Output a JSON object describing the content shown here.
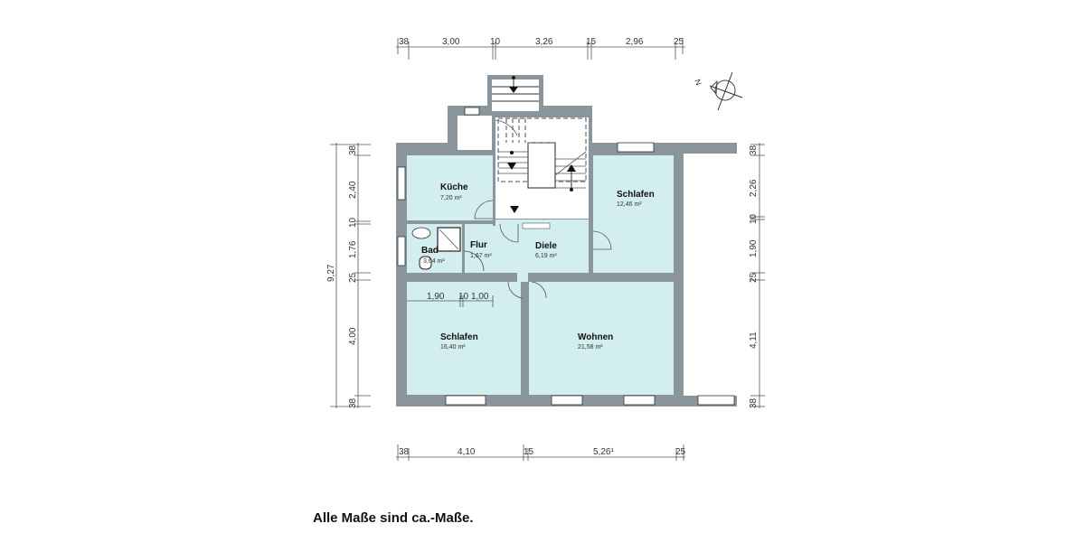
{
  "plan": {
    "dimensions_top": [
      "38",
      "3,00",
      "10",
      "3,26",
      "15",
      "2,96",
      "25"
    ],
    "dimensions_bottom": [
      "38",
      "4,10",
      "15",
      "5,26¹",
      "25"
    ],
    "dimensions_left_total": "9,27",
    "dimensions_left": [
      "38",
      "2,40",
      "10",
      "1,76",
      "25",
      "4,00",
      "38"
    ],
    "dimensions_right": [
      "38",
      "2,26",
      "10",
      "1,90",
      "25",
      "4,11",
      "38"
    ],
    "inner_dimensions": [
      "1,90",
      "10",
      "1,00"
    ],
    "north_label": "N",
    "rooms": [
      {
        "name": "Küche",
        "area": "7,20 m²"
      },
      {
        "name": "Bad",
        "area": "3,64 m²"
      },
      {
        "name": "Flur",
        "area": "1,67 m²"
      },
      {
        "name": "Diele",
        "area": "6,19 m²"
      },
      {
        "name": "Schlafen",
        "area": "12,46 m²"
      },
      {
        "name": "Schlafen",
        "area": "16,40 m²"
      },
      {
        "name": "Wohnen",
        "area": "21,58 m²"
      }
    ],
    "colors": {
      "wall": "#8a959c",
      "room": "#d2eeee"
    }
  },
  "footer": {
    "note": "Alle Maße sind ca.-Maße."
  }
}
